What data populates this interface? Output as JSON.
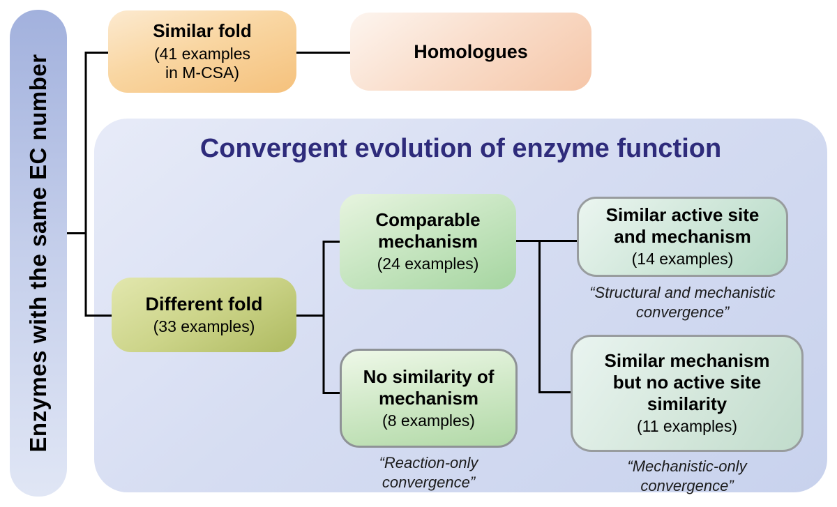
{
  "sidebar": {
    "label": "Enzymes with the same EC number"
  },
  "panel": {
    "title": "Convergent evolution of enzyme function"
  },
  "nodes": {
    "similar_fold": {
      "title": "Similar fold",
      "note": "(41 examples\nin M-CSA)"
    },
    "homologues": {
      "title": "Homologues"
    },
    "different_fold": {
      "title": "Different fold",
      "note": "(33 examples)"
    },
    "comparable_mechanism": {
      "title": "Comparable\nmechanism",
      "note": "(24 examples)"
    },
    "no_similarity": {
      "title": "No similarity of\nmechanism",
      "note": "(8 examples)",
      "quote": "“Reaction-only\nconvergence”"
    },
    "similar_active_site": {
      "title": "Similar active site\nand mechanism",
      "note": "(14 examples)",
      "quote": "“Structural and mechanistic\nconvergence”"
    },
    "similar_mechanism": {
      "title": "Similar mechanism\nbut no active site\nsimilarity",
      "note": "(11 examples)",
      "quote": "“Mechanistic-only\nconvergence”"
    }
  },
  "counts": {
    "similar_fold_examples": 41,
    "different_fold_examples": 33,
    "comparable_mechanism_examples": 24,
    "no_similarity_examples": 8,
    "similar_active_site_examples": 14,
    "similar_mechanism_examples": 11
  },
  "colors": {
    "panel_title_text": "#2e2b7b",
    "connector_line": "#000000",
    "box_text": "#000000",
    "outlined_box_border": "#8e9296",
    "sidebar_gradient": [
      "#a2b1dd",
      "#e0e6f5"
    ],
    "panel_gradient": [
      "#e7ebf8",
      "#c8d2ed"
    ],
    "similar_fold_gradient": [
      "#fcead0",
      "#f5c17c"
    ],
    "homologues_gradient": [
      "#fdf5ef",
      "#f5c6a8"
    ],
    "different_fold_gradient": [
      "#e2e7ae",
      "#aeba60"
    ],
    "comparable_mechanism_gradient": [
      "#e7f4df",
      "#a5d5a0"
    ],
    "no_similarity_gradient": [
      "#eef8e8",
      "#b1d9a7"
    ],
    "similar_active_site_gradient": [
      "#ebf5f0",
      "#b4d9c4"
    ],
    "similar_mechanism_gradient": [
      "#e9f4f0",
      "#c1dccc"
    ]
  }
}
